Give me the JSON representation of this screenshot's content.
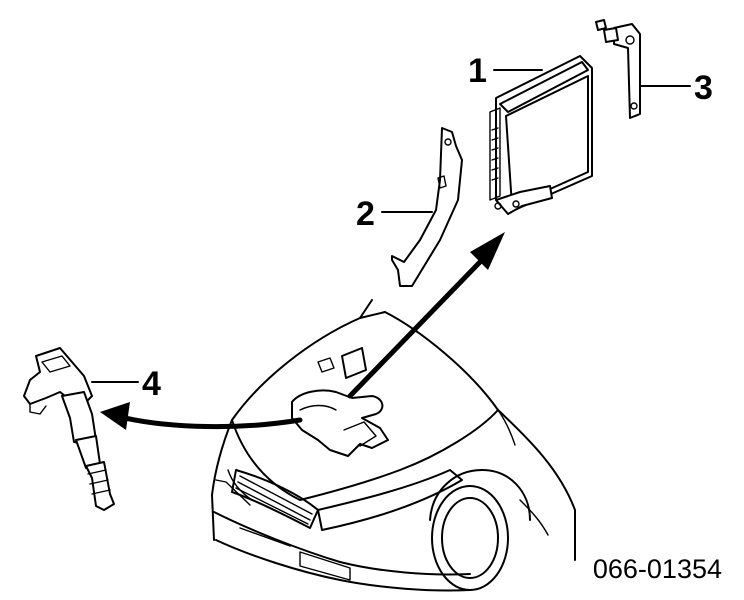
{
  "diagram": {
    "callouts": [
      {
        "id": "1",
        "label": "1"
      },
      {
        "id": "2",
        "label": "2"
      },
      {
        "id": "3",
        "label": "3"
      },
      {
        "id": "4",
        "label": "4"
      }
    ],
    "figure_code": "066-01354"
  }
}
